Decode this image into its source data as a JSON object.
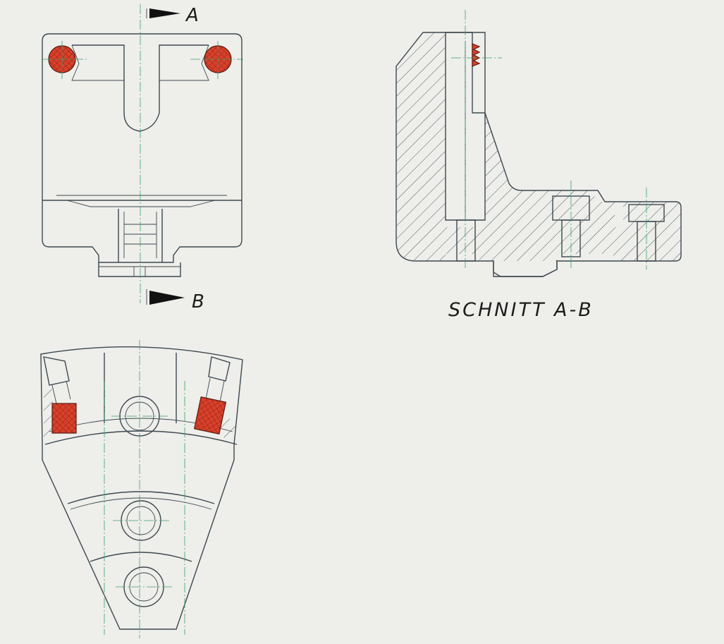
{
  "labels": {
    "section_a": "A",
    "section_b": "B",
    "section_title": "SCHNITT A-B"
  },
  "colors": {
    "background": "#eeeeea",
    "line": "#3c4850",
    "centerline": "#3aa070",
    "highlight": "#d9402a"
  },
  "icons": {
    "arrow_a": "section-arrow-right",
    "arrow_b": "section-arrow-right"
  }
}
